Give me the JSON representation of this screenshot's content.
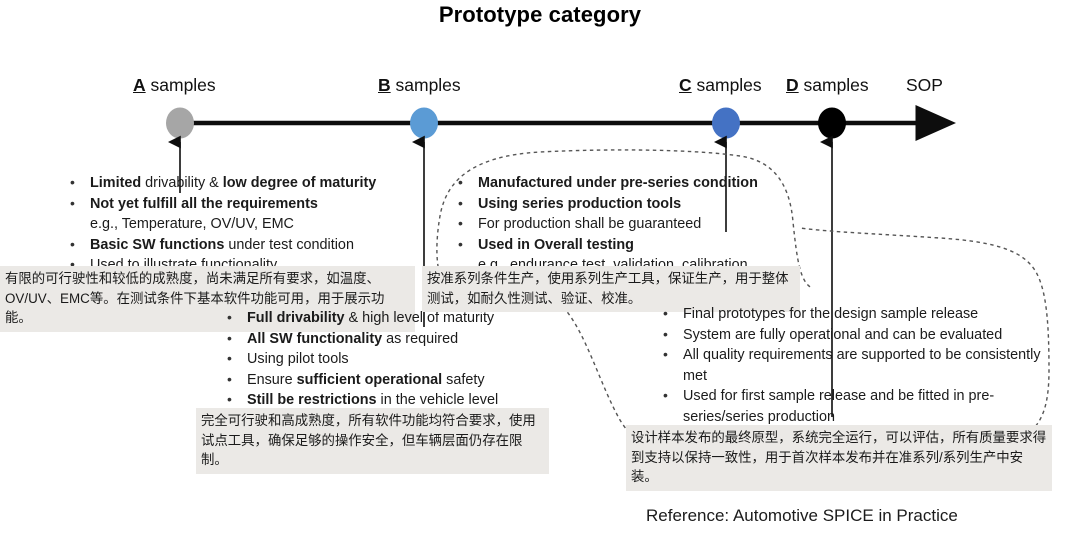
{
  "title": "Prototype category",
  "timeline": {
    "milestones": [
      {
        "mark": "A",
        "label": " samples",
        "color": "#a6a6a6",
        "name": "milestone-a"
      },
      {
        "mark": "B",
        "label": " samples",
        "color": "#5b9bd5",
        "name": "milestone-b"
      },
      {
        "mark": "C",
        "label": " samples",
        "color": "#4472c4",
        "name": "milestone-c"
      },
      {
        "mark": "D",
        "label": " samples",
        "color": "#000000",
        "name": "milestone-d"
      },
      {
        "mark": "",
        "label": "SOP",
        "color": "",
        "name": "milestone-sop"
      }
    ],
    "axis_color": "#0d0d0d"
  },
  "blocks": {
    "a_samples": {
      "items": [
        {
          "text": "Limited drivability & low degree of maturity",
          "bold_parts": [
            "Limited",
            "low degree of maturity"
          ],
          "bullet": true
        },
        {
          "text": "Not yet fulfill all the requirements",
          "bold_parts": [
            "Not yet fulfill all the requirements"
          ],
          "bullet": true
        },
        {
          "text": "e.g., Temperature, OV/UV, EMC",
          "bold_parts": [],
          "bullet": false
        },
        {
          "text": "Basic SW functions under test condition",
          "bold_parts": [
            "Basic SW functions"
          ],
          "bullet": true
        },
        {
          "text": "Used to illustrate functionality",
          "bold_parts": [],
          "bullet": true
        }
      ],
      "annotation_cn": "有限的可行驶性和较低的成熟度，尚未满足所有要求，如温度、OV/UV、EMC等。在测试条件下基本软件功能可用，用于展示功能。"
    },
    "b_samples": {
      "items": [
        {
          "text": "Full drivability & high level of maturity",
          "bold_parts": [
            "Full drivability"
          ],
          "bullet": true
        },
        {
          "text": "All SW functionality as required",
          "bold_parts": [
            "All SW functionality"
          ],
          "bullet": true
        },
        {
          "text": "Using pilot tools",
          "bold_parts": [],
          "bullet": true
        },
        {
          "text": "Ensure sufficient operational safety",
          "bold_parts": [
            "sufficient operational"
          ],
          "bullet": true
        },
        {
          "text": "Still be restrictions in the vehicle level",
          "bold_parts": [
            "Still be restrictions"
          ],
          "bullet": true
        }
      ],
      "annotation_cn": "完全可行驶和高成熟度，所有软件功能均符合要求，使用试点工具，确保足够的操作安全，但车辆层面仍存在限制。"
    },
    "c_samples": {
      "items": [
        {
          "text": "Manufactured under pre-series condition",
          "bold_parts": [
            "Manufactured under pre-series condition"
          ],
          "bullet": true
        },
        {
          "text": "Using series production tools",
          "bold_parts": [
            "Using series production tools"
          ],
          "bullet": true
        },
        {
          "text": "For production shall be guaranteed",
          "bold_parts": [],
          "bullet": true
        },
        {
          "text": "Used in Overall testing",
          "bold_parts": [
            "Used in Overall testing"
          ],
          "bullet": true
        },
        {
          "text": "e.g., endurance test, validation, calibration",
          "bold_parts": [],
          "bullet": false
        }
      ],
      "annotation_cn": "按准系列条件生产，使用系列生产工具，保证生产，用于整体测试，如耐久性测试、验证、校准。"
    },
    "d_samples": {
      "items": [
        {
          "text": "Final prototypes for the design sample release",
          "bold_parts": [],
          "bullet": true
        },
        {
          "text": "System are fully operational and can be evaluated",
          "bold_parts": [],
          "bullet": true
        },
        {
          "text": "All quality requirements are supported to be consistently met",
          "bold_parts": [],
          "bullet": true
        },
        {
          "text": "Used for first sample release and be fitted in pre-series/series production",
          "bold_parts": [],
          "bullet": true
        }
      ],
      "annotation_cn": "设计样本发布的最终原型，系统完全运行，可以评估，所有质量要求得到支持以保持一致性，用于首次样本发布并在准系列/系列生产中安装。"
    }
  },
  "reference": "Reference: Automotive SPICE in Practice"
}
